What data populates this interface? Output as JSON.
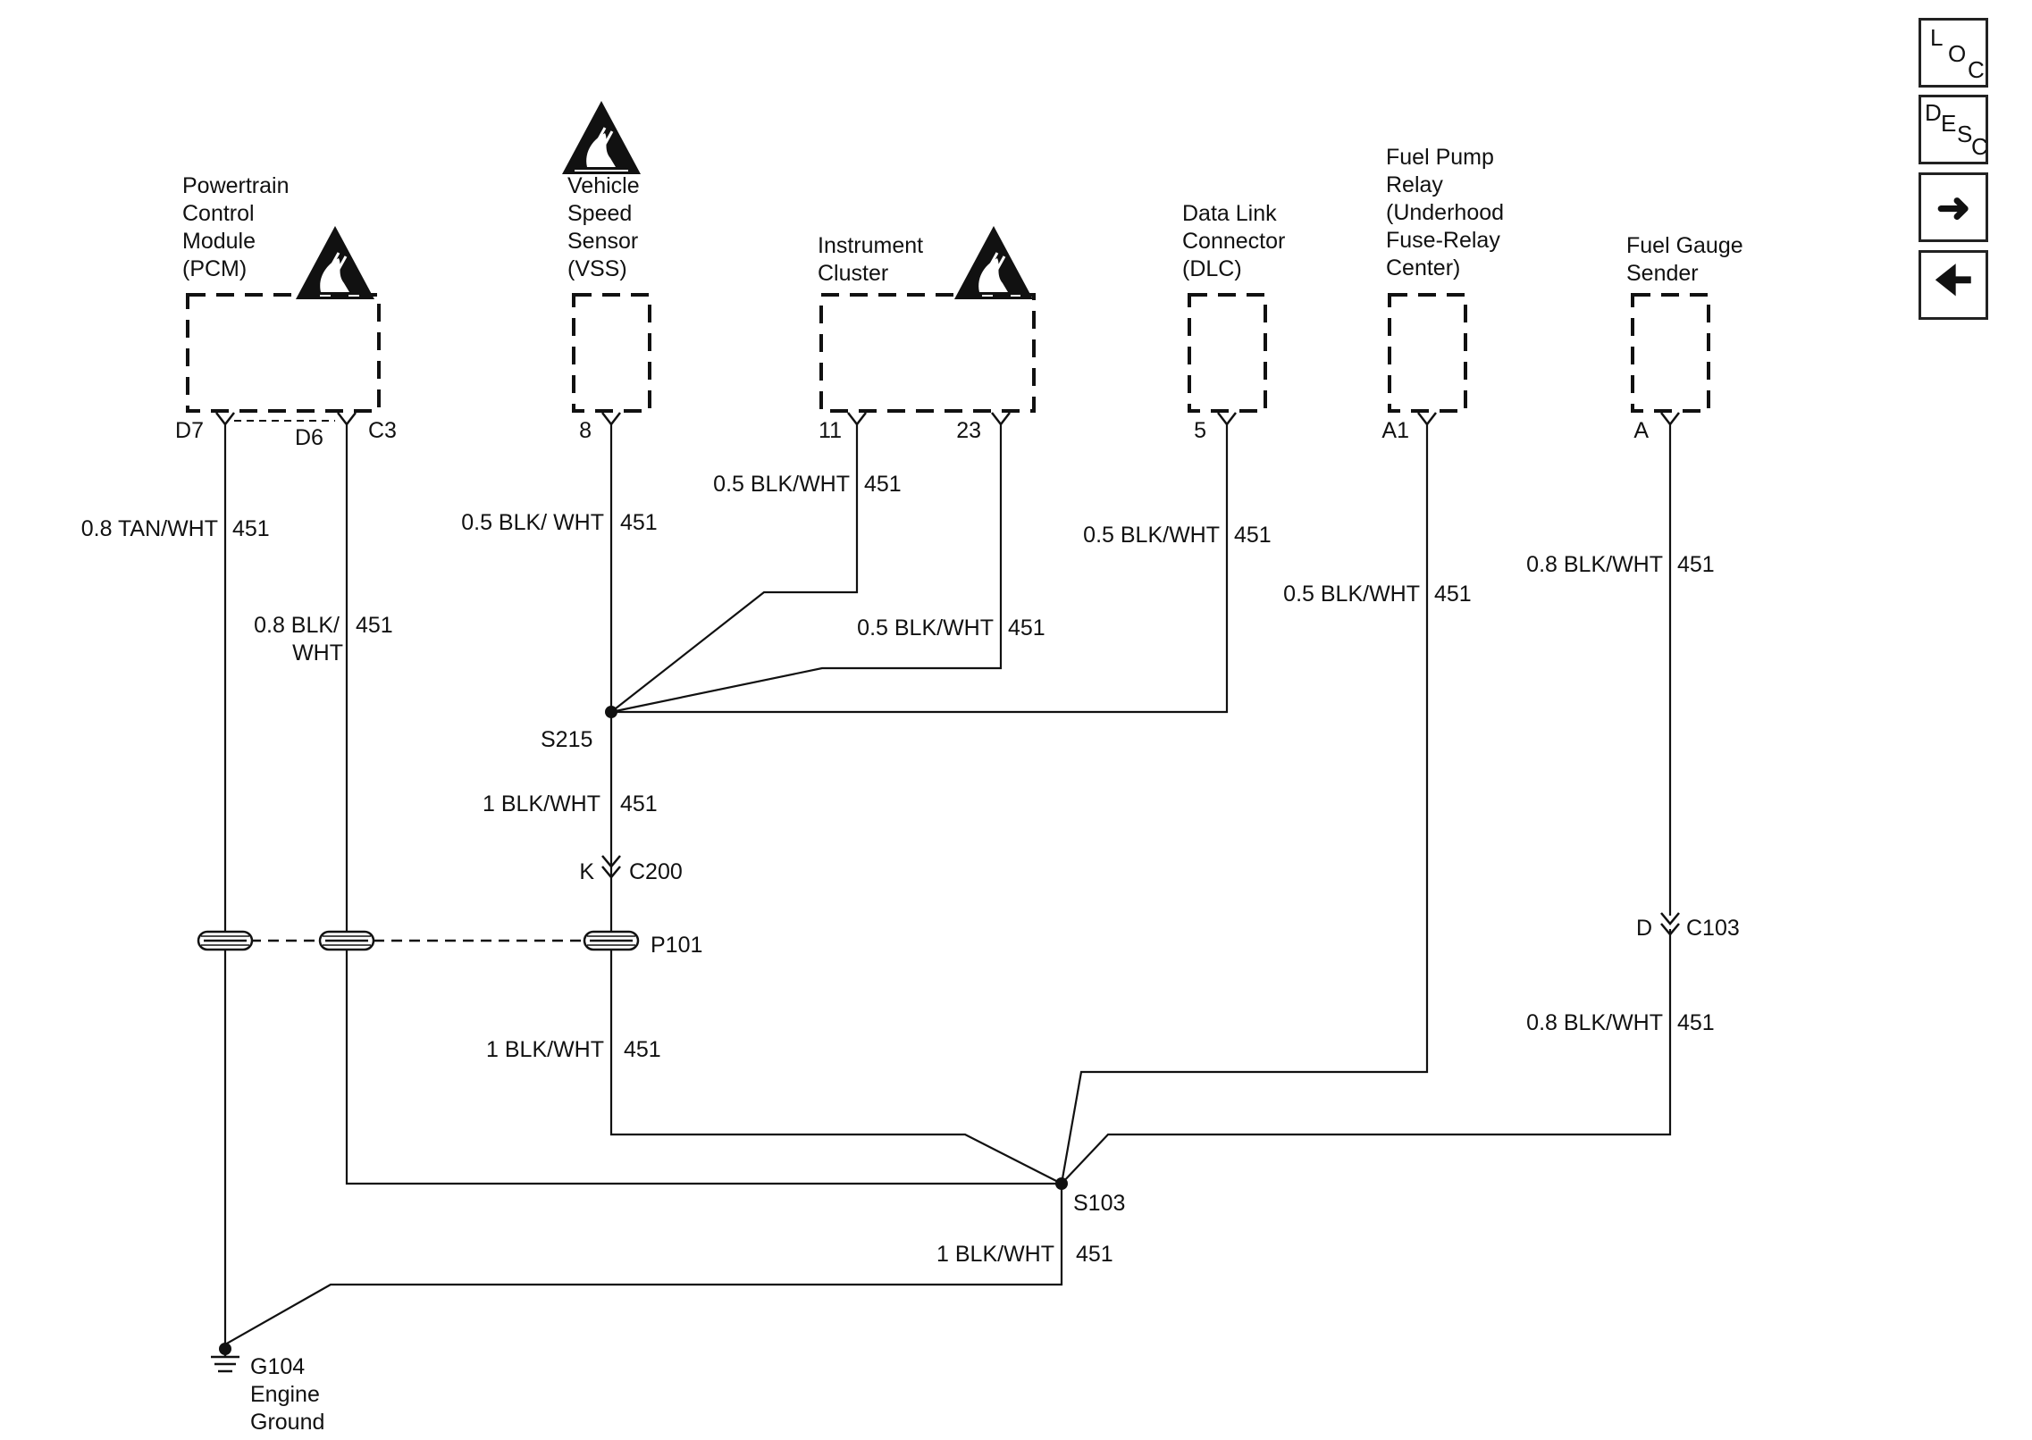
{
  "nav": {
    "loc": [
      "L",
      "O",
      "C"
    ],
    "desc": [
      "D",
      "E",
      "S",
      "C"
    ],
    "next_icon": "arrow-right-icon",
    "prev_icon": "arrow-left-icon"
  },
  "components": {
    "pcm": [
      "Powertrain",
      "Control",
      "Module",
      "(PCM)"
    ],
    "vss": [
      "Vehicle",
      "Speed",
      "Sensor",
      "(VSS)"
    ],
    "cluster": [
      "Instrument",
      "Cluster"
    ],
    "dlc": [
      "Data Link",
      "Connector",
      "(DLC)"
    ],
    "fuel_pump_relay": [
      "Fuel Pump",
      "Relay",
      "(Underhood",
      "Fuse-Relay",
      "Center)"
    ],
    "fuel_gauge": [
      "Fuel Gauge",
      "Sender"
    ],
    "ground": [
      "G104",
      "Engine",
      "Ground"
    ]
  },
  "pins": {
    "pcm_d7": "D7",
    "pcm_d6": "D6",
    "pcm_c3": "C3",
    "vss_8": "8",
    "cluster_11": "11",
    "cluster_23": "23",
    "dlc_5": "5",
    "relay_a1": "A1",
    "sender_a": "A"
  },
  "wires": {
    "pcm_d7": [
      "0.8 TAN/WHT",
      "451"
    ],
    "pcm_c3": [
      "0.8 BLK/",
      "WHT",
      "451"
    ],
    "vss": [
      "0.5 BLK/ WHT",
      "451"
    ],
    "cluster_11": [
      "0.5 BLK/WHT",
      "451"
    ],
    "cluster_23": [
      "0.5 BLK/WHT",
      "451"
    ],
    "dlc": [
      "0.5 BLK/WHT",
      "451"
    ],
    "relay": [
      "0.5 BLK/WHT",
      "451"
    ],
    "sender_top": [
      "0.8 BLK/WHT",
      "451"
    ],
    "s215_down": [
      "1 BLK/WHT",
      "451"
    ],
    "p101_down": [
      "1 BLK/WHT",
      "451"
    ],
    "sender_bottom": [
      "0.8 BLK/WHT",
      "451"
    ],
    "s103_down": [
      "1 BLK/WHT",
      "451"
    ]
  },
  "splices": {
    "s215": "S215",
    "s103": "S103"
  },
  "connectors": {
    "c200_pin": "K",
    "c200": "C200",
    "c103_pin": "D",
    "c103": "C103",
    "p101": "P101"
  },
  "icons": {
    "esd": "esd-warning-icon",
    "ground": "ground-icon"
  }
}
